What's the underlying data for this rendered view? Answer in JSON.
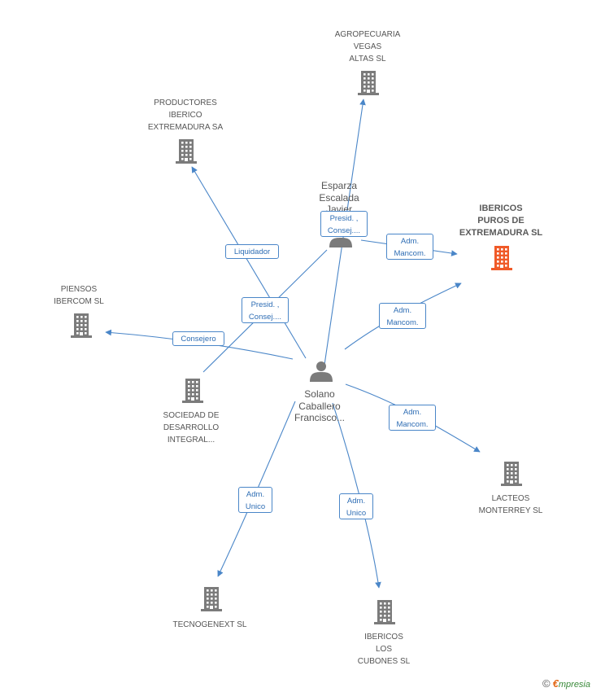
{
  "companies": [
    {
      "id": "agropecuaria",
      "lines": [
        "AGROPECUARIA",
        "VEGAS",
        "ALTAS SL"
      ],
      "focus": false
    },
    {
      "id": "productores",
      "lines": [
        "PRODUCTORES",
        "IBERICO",
        "EXTREMADURA SA"
      ],
      "focus": false
    },
    {
      "id": "ibericos-puros",
      "lines": [
        "IBERICOS",
        "PUROS DE",
        "EXTREMADURA SL"
      ],
      "focus": true
    },
    {
      "id": "piensos",
      "lines": [
        "PIENSOS",
        "IBERCOM SL"
      ],
      "focus": false
    },
    {
      "id": "sociedad",
      "lines": [
        "SOCIEDAD DE",
        "DESARROLLO",
        "INTEGRAL..."
      ],
      "focus": false
    },
    {
      "id": "lacteos",
      "lines": [
        "LACTEOS",
        "MONTERREY SL"
      ],
      "focus": false
    },
    {
      "id": "tecnogenext",
      "lines": [
        "TECNOGENEXT SL"
      ],
      "focus": false
    },
    {
      "id": "ibericos-cubones",
      "lines": [
        "IBERICOS",
        "LOS",
        "CUBONES SL"
      ],
      "focus": false
    }
  ],
  "persons": [
    {
      "id": "esparza",
      "lines": [
        "Esparza",
        "Escalada",
        "Javier"
      ]
    },
    {
      "id": "solano",
      "lines": [
        "Solano",
        "Caballero",
        "Francisco..."
      ]
    }
  ],
  "relations": [
    {
      "id": "esparza-agropecuaria",
      "lines": [
        "Presid. ,",
        "Consej...."
      ]
    },
    {
      "id": "esparza-ibericos",
      "lines": [
        "Adm.",
        "Mancom."
      ]
    },
    {
      "id": "solano-productores",
      "lines": [
        "Liquidador"
      ]
    },
    {
      "id": "esparza-sociedad",
      "lines": [
        "Presid. ,",
        "Consej...."
      ]
    },
    {
      "id": "solano-piensos",
      "lines": [
        "Consejero"
      ]
    },
    {
      "id": "solano-ibericos",
      "lines": [
        "Adm.",
        "Mancom."
      ]
    },
    {
      "id": "solano-lacteos",
      "lines": [
        "Adm.",
        "Mancom."
      ]
    },
    {
      "id": "solano-tecnogenext",
      "lines": [
        "Adm.",
        "Unico"
      ]
    },
    {
      "id": "solano-cubones",
      "lines": [
        "Adm.",
        "Unico"
      ]
    }
  ],
  "colors": {
    "edge": "#4a86c8",
    "building": "#7b7b7b",
    "focus_building": "#f05a28",
    "person": "#7b7b7b"
  },
  "icons": {
    "company": "building-icon",
    "person": "person-icon",
    "copyright": "copyright-icon"
  },
  "brand": {
    "copyright": "©",
    "initial": "€",
    "name": "mpresia"
  }
}
